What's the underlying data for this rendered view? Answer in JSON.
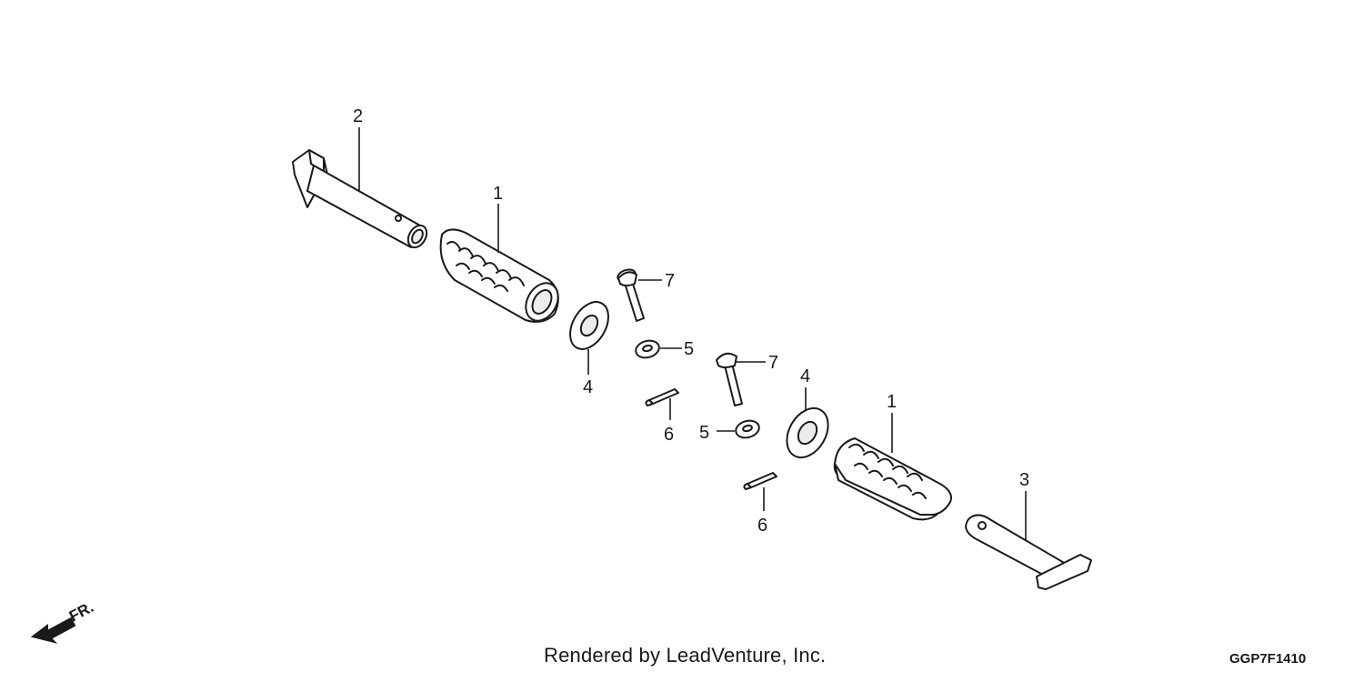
{
  "diagram": {
    "callouts": {
      "c1a": "1",
      "c1b": "1",
      "c2": "2",
      "c3": "3",
      "c4a": "4",
      "c4b": "4",
      "c5a": "5",
      "c5b": "5",
      "c6a": "6",
      "c6b": "6",
      "c7a": "7",
      "c7b": "7"
    },
    "direction_label": "FR.",
    "credit": "Rendered by LeadVenture, Inc.",
    "code": "GGP7F1410"
  }
}
